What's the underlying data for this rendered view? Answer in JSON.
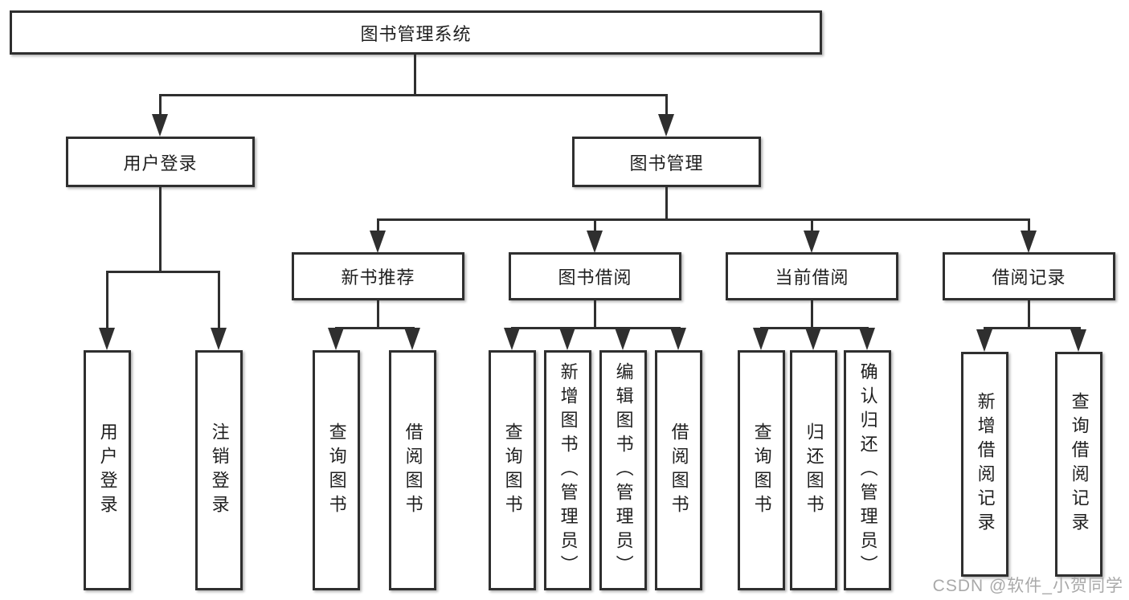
{
  "style": {
    "line_color": "#2f2f2f",
    "text_color": "#1f1f1f",
    "watermark_color": "#a9a9a9",
    "background_color": "#ffffff"
  },
  "tree": {
    "label": "图书管理系统",
    "children": [
      {
        "label": "用户登录",
        "children": [
          {
            "label": "用户登录"
          },
          {
            "label": "注销登录"
          }
        ]
      },
      {
        "label": "图书管理",
        "children": [
          {
            "label": "新书推荐",
            "children": [
              {
                "label": "查询图书"
              },
              {
                "label": "借阅图书"
              }
            ]
          },
          {
            "label": "图书借阅",
            "children": [
              {
                "label": "查询图书"
              },
              {
                "label": "新增图书（管理员）"
              },
              {
                "label": "编辑图书（管理员）"
              },
              {
                "label": "借阅图书"
              }
            ]
          },
          {
            "label": "当前借阅",
            "children": [
              {
                "label": "查询图书"
              },
              {
                "label": "归还图书"
              },
              {
                "label": "确认归还（管理员）"
              }
            ]
          },
          {
            "label": "借阅记录",
            "children": [
              {
                "label": "新增借阅记录"
              },
              {
                "label": "查询借阅记录"
              }
            ]
          }
        ]
      }
    ]
  },
  "watermark": {
    "text": "CSDN @软件_小贺同学"
  }
}
